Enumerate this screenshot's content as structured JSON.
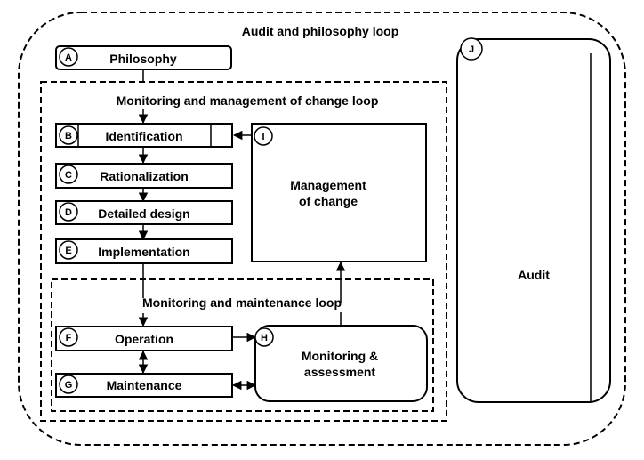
{
  "loops": {
    "audit_philosophy": "Audit and philosophy loop",
    "monitoring_management_change": "Monitoring and management of change loop",
    "monitoring_maintenance": "Monitoring and maintenance loop"
  },
  "boxes": {
    "A": {
      "letter": "A",
      "label": "Philosophy"
    },
    "B": {
      "letter": "B",
      "label": "Identification"
    },
    "C": {
      "letter": "C",
      "label": "Rationalization"
    },
    "D": {
      "letter": "D",
      "label": "Detailed design"
    },
    "E": {
      "letter": "E",
      "label": "Implementation"
    },
    "F": {
      "letter": "F",
      "label": "Operation"
    },
    "G": {
      "letter": "G",
      "label": "Maintenance"
    },
    "H": {
      "letter": "H",
      "label_line1": "Monitoring &",
      "label_line2": "assessment"
    },
    "I": {
      "letter": "I",
      "label_line1": "Management",
      "label_line2": "of change"
    },
    "J": {
      "letter": "J",
      "label": "Audit"
    }
  }
}
